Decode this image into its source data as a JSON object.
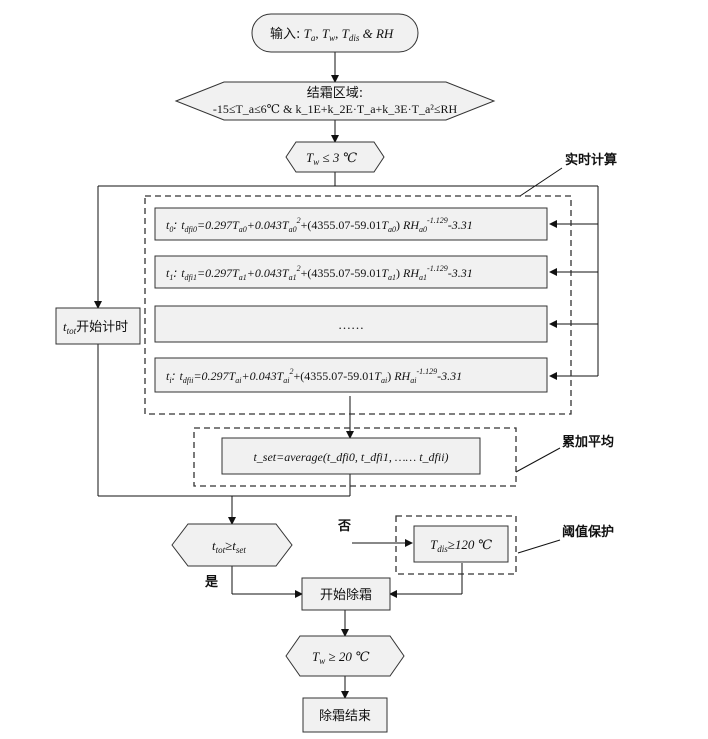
{
  "nodes": {
    "input": {
      "label": "输入:",
      "var_ta": "T",
      "sub_ta": "a",
      "var_tw": "T",
      "sub_tw": "w",
      "var_tdis": "T",
      "sub_tdis": "dis",
      "amp_rh": "& RH"
    },
    "frost_zone": {
      "title": "结霜区域:",
      "cond": "-15≤T_a≤6℃ & k_1E+k_2E·T_a+k_3E·T_a²≤RH"
    },
    "tw_check": {
      "var": "T",
      "sub": "w",
      "rel": "≤ 3 ℃"
    },
    "timer_start": {
      "var": "t",
      "sub": "tot",
      "text": "开始计时"
    },
    "realtime_calc": {
      "label": "实时计算",
      "rows": [
        {
          "prefix": "t",
          "prefix_sub": "0",
          "lhs": "t",
          "lhs_sub": "dfi0",
          "ta": "a0",
          "rh": "a0"
        },
        {
          "prefix": "t",
          "prefix_sub": "1",
          "lhs": "t",
          "lhs_sub": "dfi1",
          "ta": "a1",
          "rh": "a1"
        },
        {
          "ellipsis": "……"
        },
        {
          "prefix": "t",
          "prefix_sub": "i",
          "lhs": "t",
          "lhs_sub": "dfii",
          "ta": "ai",
          "rh": "ai"
        }
      ],
      "coef1": "=0.297",
      "coef2": "+0.043",
      "coef3": "+(4355.07-59.01",
      "exp": "-1.129",
      "tail": "-3.31"
    },
    "accumulate": {
      "label": "累加平均",
      "formula": "t_set=average(t_dfi0, t_dfi1, …… t_dfii)"
    },
    "tot_check": {
      "var": "t",
      "sub": "tot",
      "rel": "≥t",
      "sub2": "set"
    },
    "threshold": {
      "label": "阈值保护",
      "var": "T",
      "sub": "dis",
      "rel": "≥120 ℃"
    },
    "no_label": "否",
    "yes_label": "是",
    "start_defrost": "开始除霜",
    "tw_end_check": {
      "var": "T",
      "sub": "w",
      "rel": "≥ 20 ℃"
    },
    "defrost_end": "除霜结束"
  }
}
